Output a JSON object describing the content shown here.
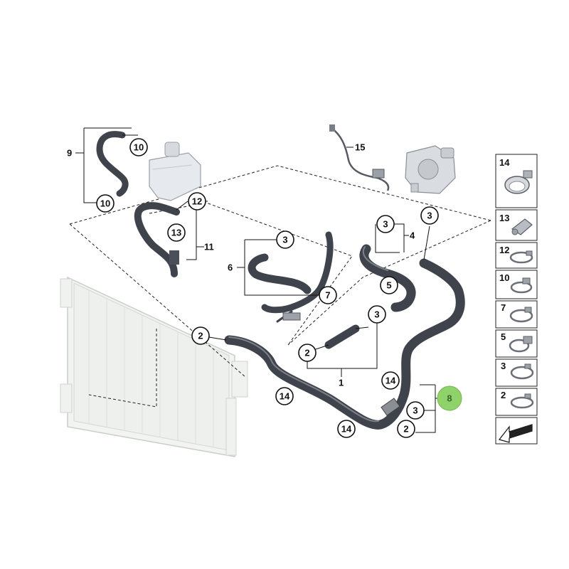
{
  "callouts": {
    "c9": "9",
    "c10a": "10",
    "c10b": "10",
    "c12": "12",
    "c13": "13",
    "c11": "11",
    "c15": "15",
    "c6": "6",
    "c3a": "3",
    "c7": "7",
    "c3b": "3",
    "c4": "4",
    "c5": "5",
    "c3c": "3",
    "c2a": "2",
    "c3d": "3",
    "c2b": "2",
    "c1": "1",
    "c14a": "14",
    "c14b": "14",
    "c14c": "14",
    "c8": "8",
    "c3e": "3",
    "c2c": "2"
  },
  "legend": {
    "items": [
      {
        "num": "14",
        "icon": "large-band-clamp-icon"
      },
      {
        "num": "13",
        "icon": "spring-clip-icon"
      },
      {
        "num": "12",
        "icon": "hose-clamp-icon"
      },
      {
        "num": "10",
        "icon": "hose-clamp-icon"
      },
      {
        "num": "7",
        "icon": "hose-clamp-icon"
      },
      {
        "num": "5",
        "icon": "hose-clamp-icon"
      },
      {
        "num": "3",
        "icon": "hose-clamp-icon"
      },
      {
        "num": "2",
        "icon": "hose-clamp-icon"
      },
      {
        "num": "",
        "icon": "arrow-reference-icon"
      }
    ]
  },
  "colors": {
    "hose": "#3f434b",
    "highlight": "#8fd16a",
    "radiator": "#eef1ee"
  }
}
